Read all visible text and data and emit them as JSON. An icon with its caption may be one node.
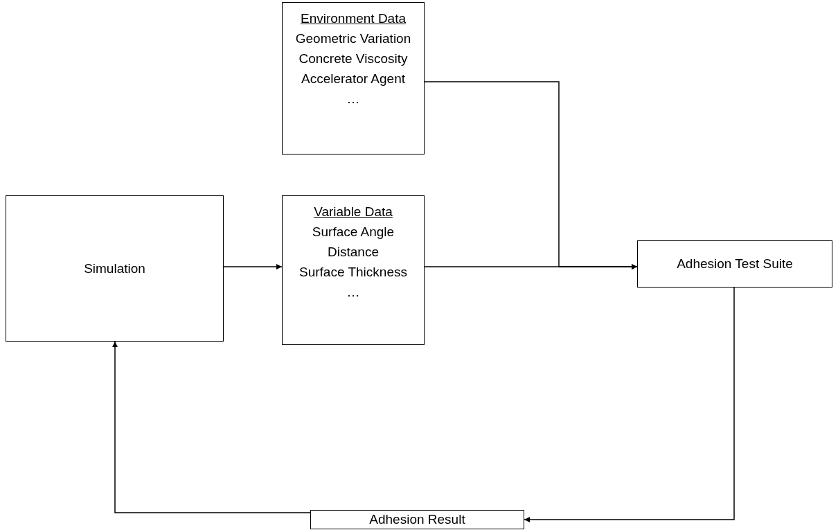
{
  "diagram": {
    "nodes": [
      {
        "text": [
          "Environment Data",
          "Geometric Variation",
          "Concrete Viscosity",
          "Accelerator Agent",
          "…"
        ]
      },
      {
        "text": [
          "Simulation"
        ]
      },
      {
        "text": [
          "Variable Data",
          "Surface Angle",
          "Distance",
          "Surface Thickness",
          "…"
        ]
      },
      {
        "text": [
          "Adhesion Test Suite"
        ]
      },
      {
        "text": [
          "Adhesion Result"
        ]
      }
    ],
    "edges": [
      {
        "from": 1,
        "to": 2,
        "arrow": "to"
      },
      {
        "from": 0,
        "to": 3,
        "arrow": "to"
      },
      {
        "from": 2,
        "to": 3,
        "arrow": "to"
      },
      {
        "from": 3,
        "to": 4,
        "arrow": "to"
      },
      {
        "from": 4,
        "to": 1,
        "arrow": "to"
      }
    ]
  }
}
